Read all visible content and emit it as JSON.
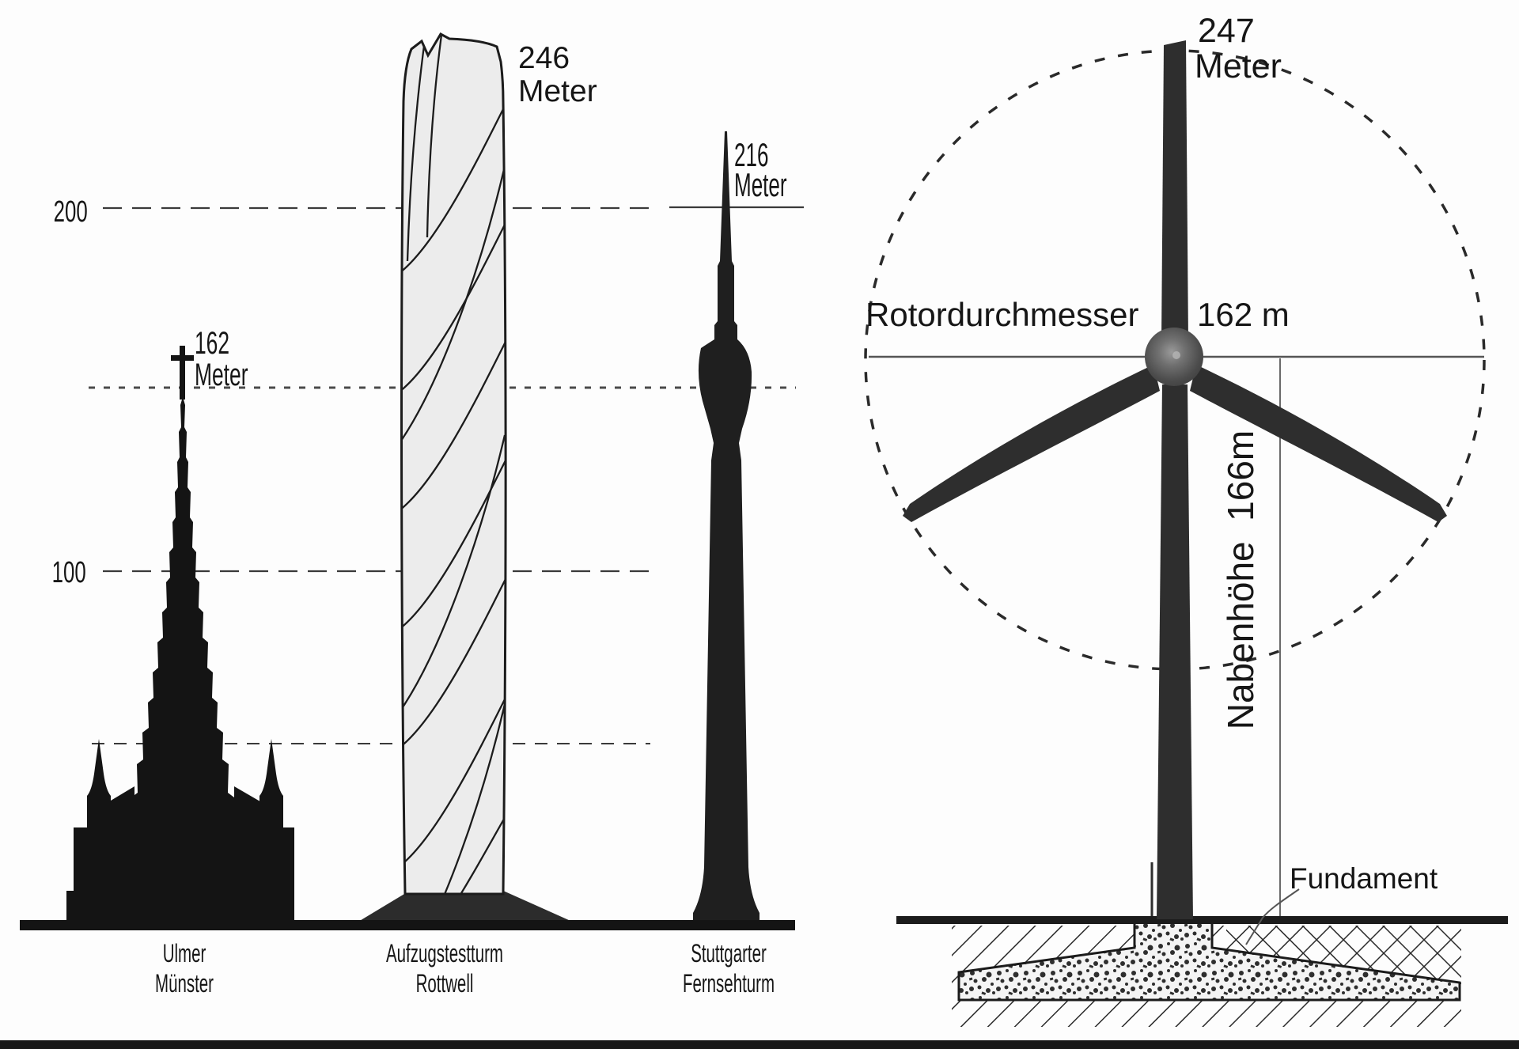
{
  "left_chart": {
    "axis": {
      "tick_200": "200",
      "tick_100": "100"
    },
    "structures": [
      {
        "height": "162",
        "unit": "Meter",
        "name_line1": "Ulmer",
        "name_line2": "Münster",
        "height_m": 162
      },
      {
        "height": "246",
        "unit": "Meter",
        "name_line1": "Aufzugstestturm",
        "name_line2": "Rottwell",
        "height_m": 246
      },
      {
        "height": "216",
        "unit": "Meter",
        "name_line1": "Stuttgarter",
        "name_line2": "Fernsehturm",
        "height_m": 216
      }
    ]
  },
  "right_diagram": {
    "tip_height": "247",
    "tip_unit": "Meter",
    "tip_height_m": 247,
    "rotor_label": "Rotordurchmesser",
    "rotor_value": "162 m",
    "hub_height_label": "Nabenhöhe  166m",
    "hub_height_m": 166,
    "foundation_label": "Fundament"
  },
  "colors": {
    "ink": "#1a1a1a",
    "silhouette": "#161616",
    "turbine": "#2e2e2e",
    "tower_fill": "#ececec",
    "concrete_bg": "#f4f4f4"
  }
}
